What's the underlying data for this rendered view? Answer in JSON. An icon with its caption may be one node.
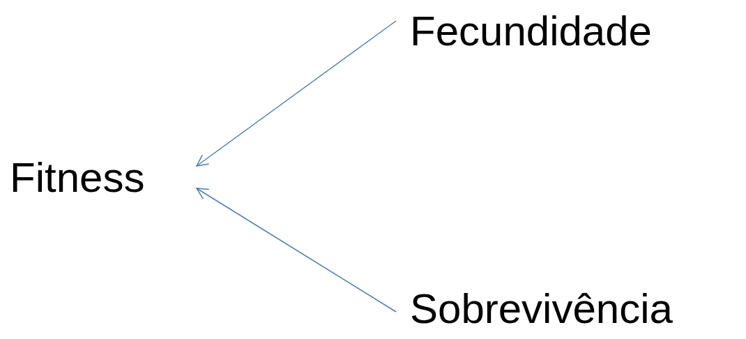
{
  "diagram": {
    "nodes": [
      {
        "text": [
          "Fecundidade"
        ]
      },
      {
        "text": [
          "Fitness"
        ]
      },
      {
        "text": [
          "Sobrevivência"
        ]
      }
    ],
    "edges": [
      {
        "from": 0,
        "to": 1,
        "arrow": "to"
      },
      {
        "from": 2,
        "to": 1,
        "arrow": "to"
      }
    ]
  }
}
